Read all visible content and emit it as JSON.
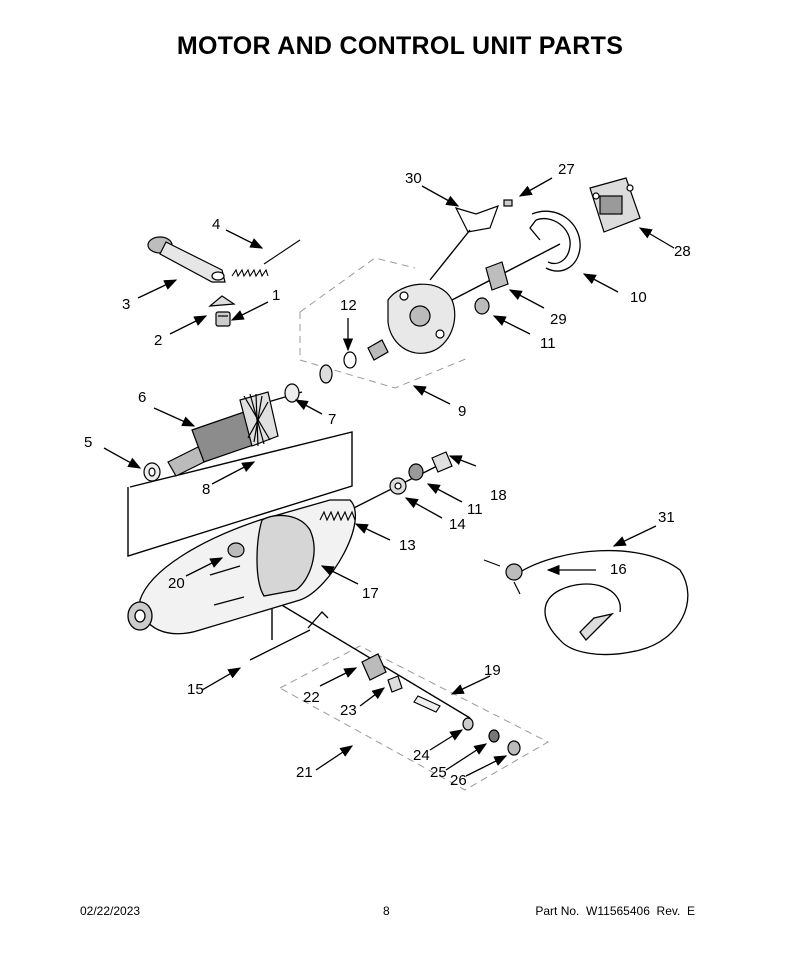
{
  "page": {
    "title": "MOTOR AND CONTROL UNIT PARTS"
  },
  "callouts": [
    "1",
    "2",
    "3",
    "4",
    "5",
    "6",
    "7",
    "8",
    "9",
    "10",
    "11",
    "11",
    "11",
    "12",
    "13",
    "14",
    "15",
    "16",
    "17",
    "18",
    "19",
    "20",
    "21",
    "22",
    "23",
    "24",
    "25",
    "26",
    "27",
    "28",
    "29",
    "30",
    "31"
  ],
  "footer": {
    "date": "02/22/2023",
    "page_number": "8",
    "part_no": "Part No.  W11565406  Rev.  E"
  }
}
